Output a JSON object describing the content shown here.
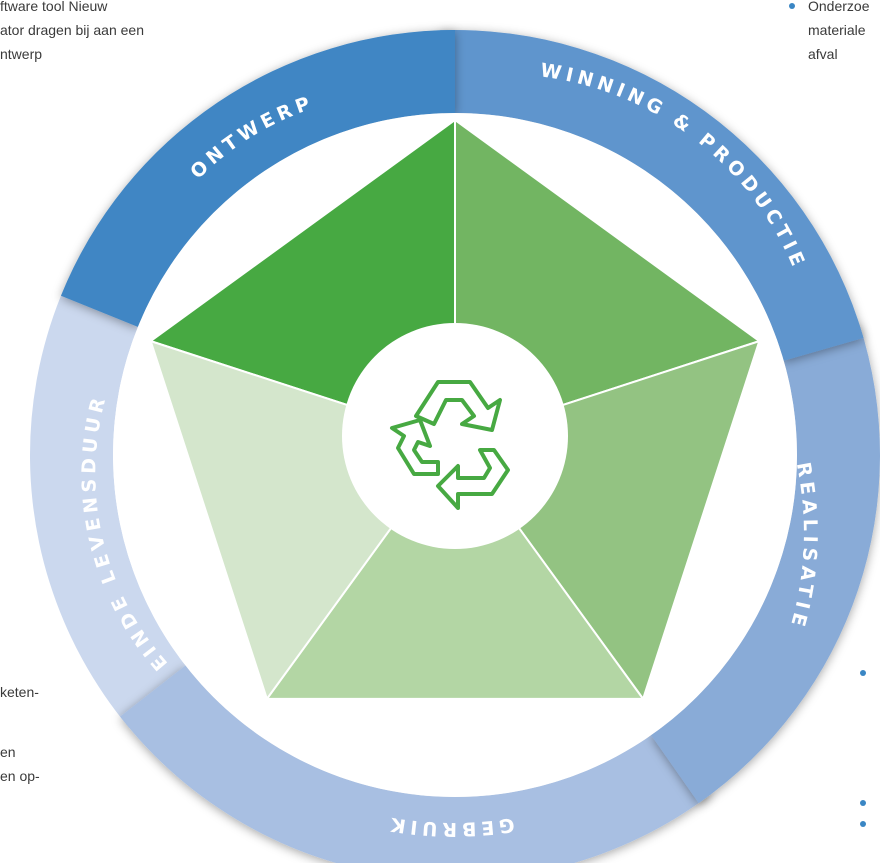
{
  "side_texts": {
    "top_left": [
      "ftware tool Nieuw",
      "ator dragen bij aan een",
      "ntwerp"
    ],
    "top_right": [
      "Onderzoe",
      "materiale",
      "afval"
    ],
    "bottom_left": [
      "keten-",
      "",
      "en",
      "en op-"
    ]
  },
  "ring_labels": {
    "ontwerp": "ONTWERP",
    "winning": "WINNING & PRODUCTIE",
    "realisatie": "REALISATIE",
    "gebruik": "GEBRUIK",
    "einde": "EINDE LEVENSDUUR"
  },
  "colors": {
    "ontwerp": "#3f86c4",
    "winning": "#5f95cd",
    "realisatie": "#89abd7",
    "gebruik": "#a8bfe2",
    "einde": "#cbd8ee",
    "wedge_1": "#47a942",
    "wedge_2": "#72b562",
    "wedge_3": "#93c382",
    "wedge_4": "#b3d6a4",
    "wedge_5": "#d4e6cc",
    "recycle": "#47a942"
  },
  "icons": {
    "center": "recycle-icon"
  }
}
